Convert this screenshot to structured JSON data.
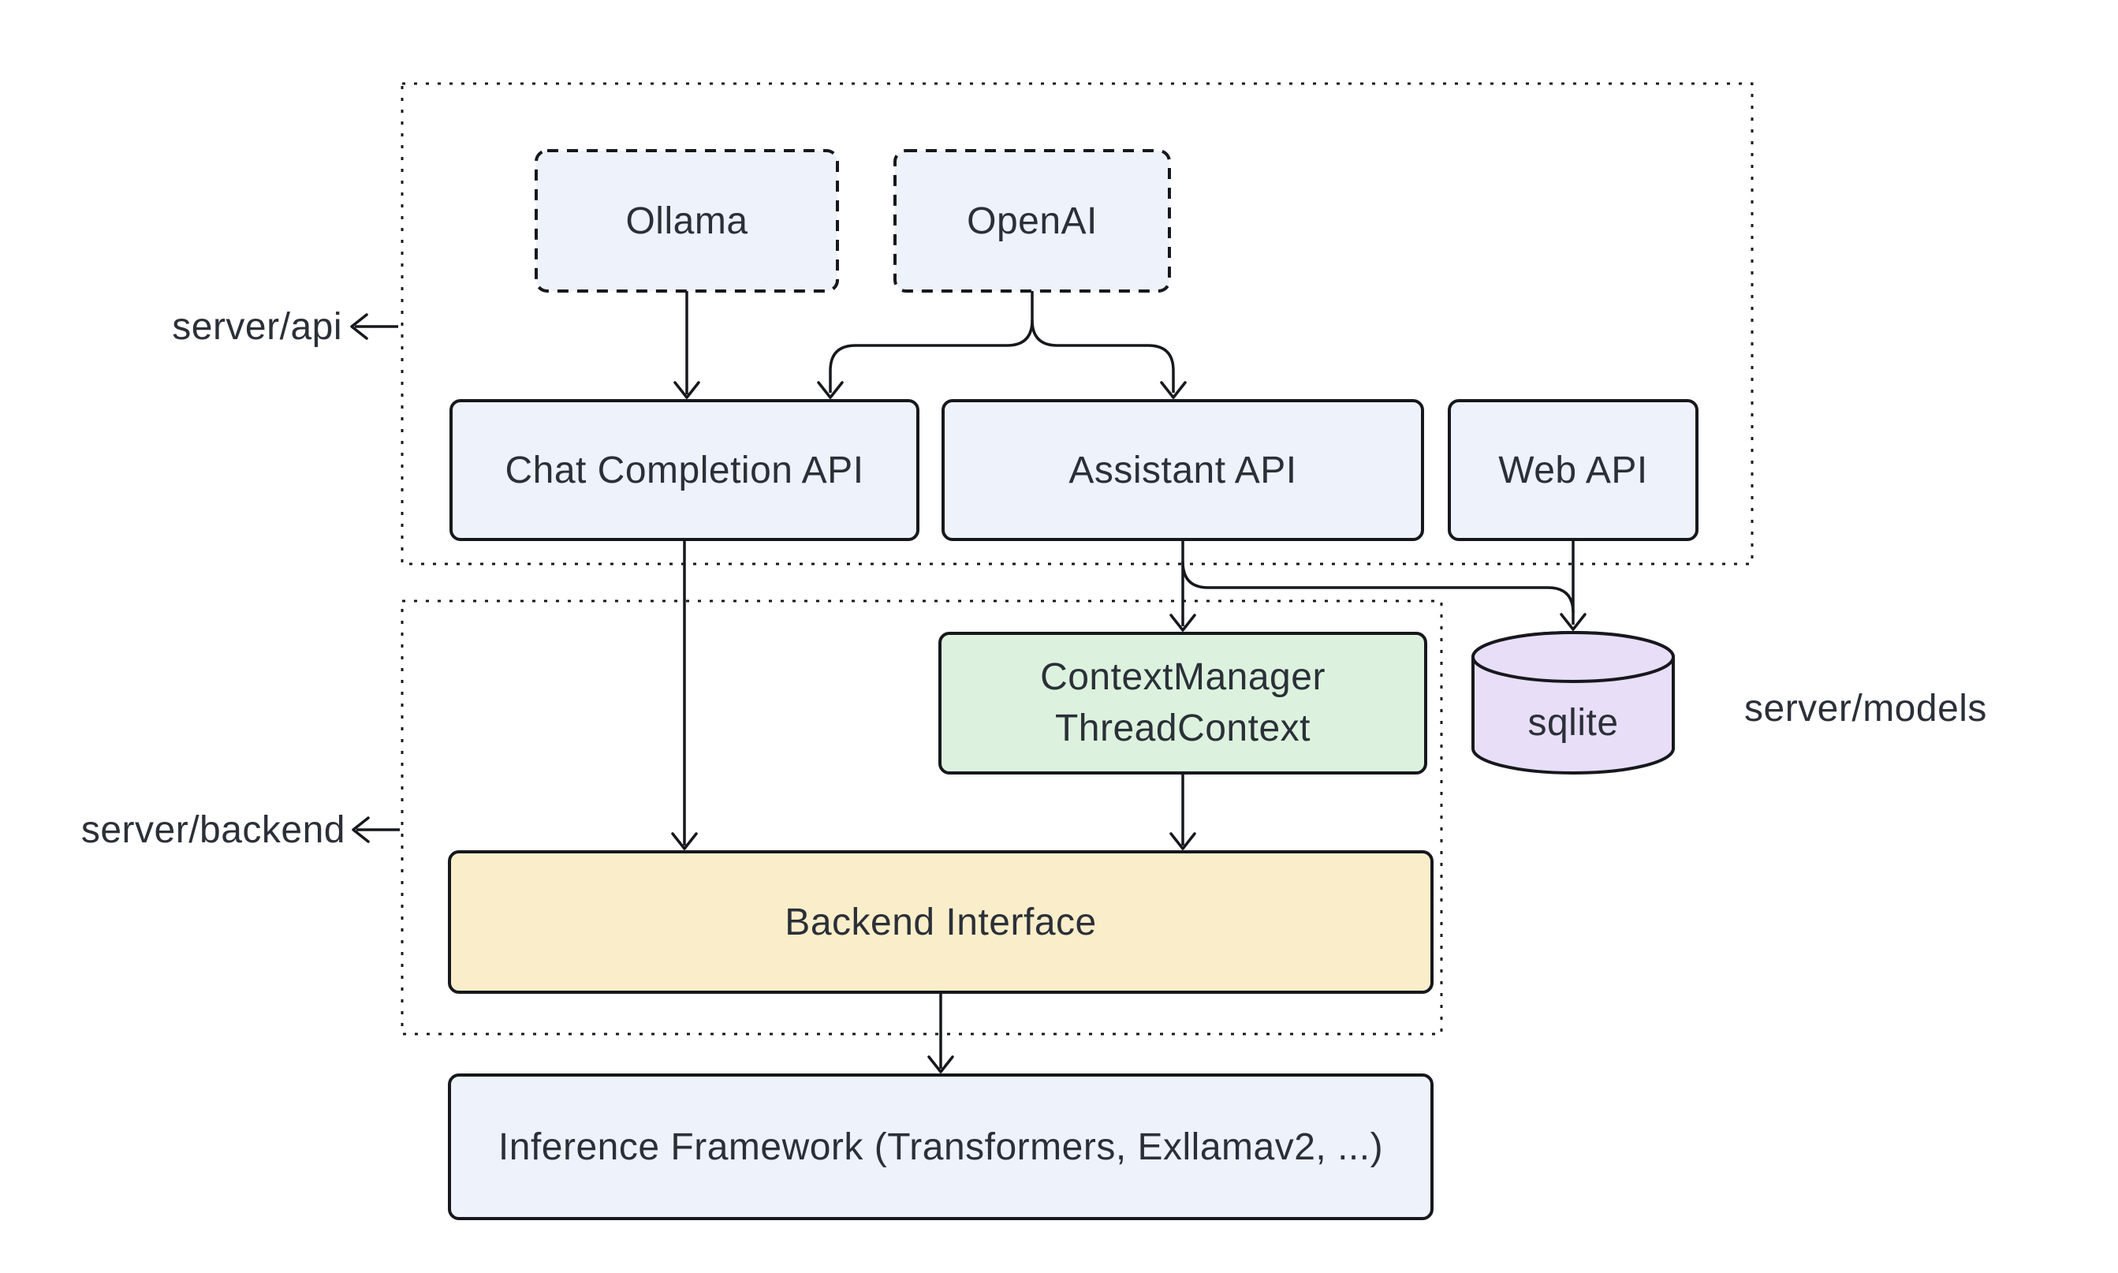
{
  "colors": {
    "canvas": "#ffffff",
    "stroke": "#16181d",
    "text": "#2b3038",
    "node_blue": "#eef2fb",
    "node_green": "#dcf2de",
    "node_yellow": "#faeeca",
    "node_purple": "#e8def7"
  },
  "diagram": {
    "groups": {
      "api": {
        "label": "server/api"
      },
      "backend": {
        "label": "server/backend"
      },
      "models": {
        "label": "server/models"
      }
    },
    "nodes": {
      "ollama": {
        "label": "Ollama"
      },
      "openai": {
        "label": "OpenAI"
      },
      "chat_completion_api": {
        "label": "Chat Completion API"
      },
      "assistant_api": {
        "label": "Assistant API"
      },
      "web_api": {
        "label": "Web API"
      },
      "context_manager": {
        "label": "ContextManager\nThreadContext"
      },
      "sqlite": {
        "label": "sqlite"
      },
      "backend_interface": {
        "label": "Backend Interface"
      },
      "inference_framework": {
        "label": "Inference Framework (Transformers, Exllamav2, ...)"
      }
    },
    "edges": [
      {
        "from": "ollama",
        "to": "chat_completion_api"
      },
      {
        "from": "openai",
        "to": "chat_completion_api"
      },
      {
        "from": "openai",
        "to": "assistant_api"
      },
      {
        "from": "chat_completion_api",
        "to": "backend_interface"
      },
      {
        "from": "assistant_api",
        "to": "context_manager"
      },
      {
        "from": "assistant_api",
        "to": "sqlite"
      },
      {
        "from": "web_api",
        "to": "sqlite"
      },
      {
        "from": "context_manager",
        "to": "backend_interface"
      },
      {
        "from": "backend_interface",
        "to": "inference_framework"
      }
    ]
  }
}
